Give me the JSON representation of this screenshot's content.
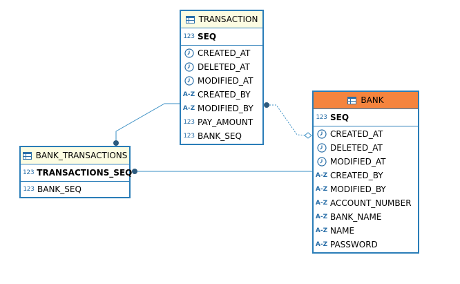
{
  "colors": {
    "border": "#2a7db8",
    "header_normal": "#fcfce2",
    "header_selected": "#f5843e",
    "link": "#3a8fc4"
  },
  "icons": {
    "numeric": "123",
    "text": "A-Z",
    "datetime": "clock-icon",
    "table": "table-icon"
  },
  "entities": {
    "transaction": {
      "name": "TRANSACTION",
      "pk": [
        {
          "name": "SEQ",
          "type": "123"
        }
      ],
      "columns": [
        {
          "name": "CREATED_AT",
          "type": "clock"
        },
        {
          "name": "DELETED_AT",
          "type": "clock"
        },
        {
          "name": "MODIFIED_AT",
          "type": "clock"
        },
        {
          "name": "CREATED_BY",
          "type": "A-Z"
        },
        {
          "name": "MODIFIED_BY",
          "type": "A-Z"
        },
        {
          "name": "PAY_AMOUNT",
          "type": "123"
        },
        {
          "name": "BANK_SEQ",
          "type": "123"
        }
      ]
    },
    "bank": {
      "name": "BANK",
      "pk": [
        {
          "name": "SEQ",
          "type": "123"
        }
      ],
      "columns": [
        {
          "name": "CREATED_AT",
          "type": "clock"
        },
        {
          "name": "DELETED_AT",
          "type": "clock"
        },
        {
          "name": "MODIFIED_AT",
          "type": "clock"
        },
        {
          "name": "CREATED_BY",
          "type": "A-Z"
        },
        {
          "name": "MODIFIED_BY",
          "type": "A-Z"
        },
        {
          "name": "ACCOUNT_NUMBER",
          "type": "A-Z"
        },
        {
          "name": "BANK_NAME",
          "type": "A-Z"
        },
        {
          "name": "NAME",
          "type": "A-Z"
        },
        {
          "name": "PASSWORD",
          "type": "A-Z"
        }
      ]
    },
    "bank_transactions": {
      "name": "BANK_TRANSACTIONS",
      "pk": [
        {
          "name": "TRANSACTIONS_SEQ",
          "type": "123"
        }
      ],
      "columns": [
        {
          "name": "BANK_SEQ",
          "type": "123"
        }
      ]
    }
  }
}
